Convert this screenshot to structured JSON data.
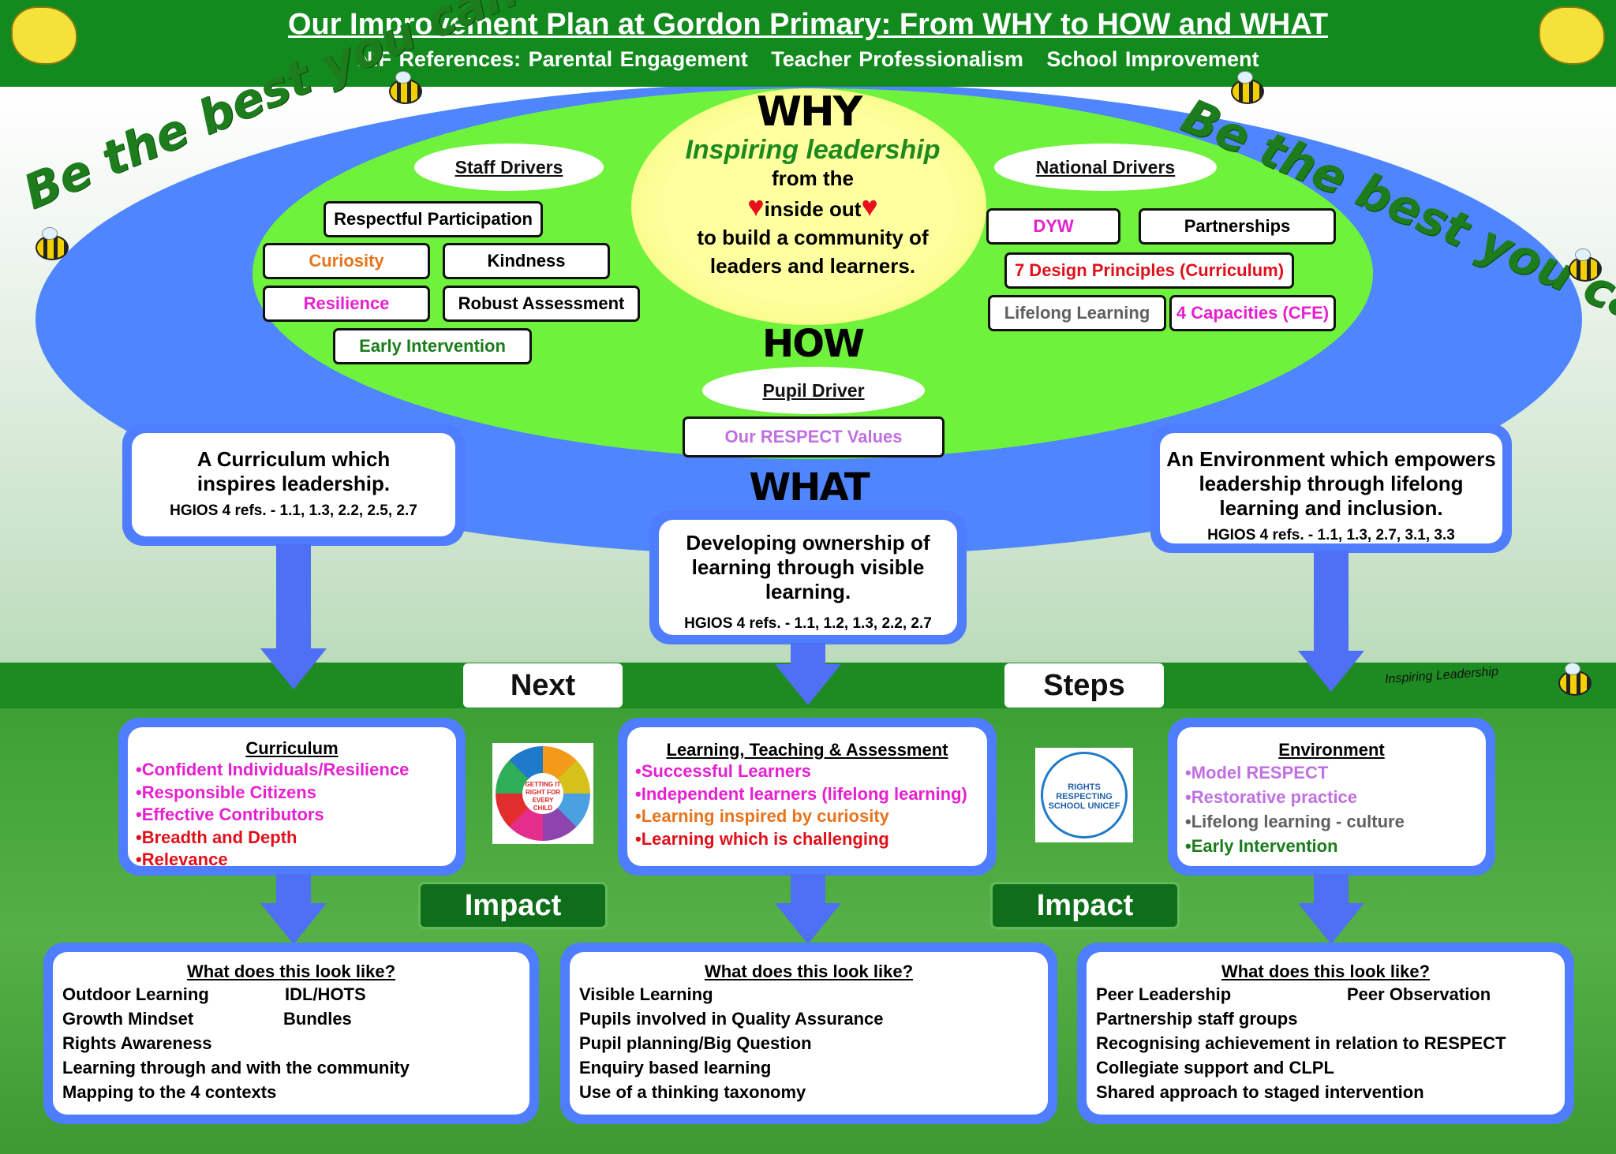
{
  "header": {
    "title": "Our Improvement Plan at Gordon Primary:  From WHY to HOW and WHAT",
    "nif": [
      "NIF References:  Parental Engagement",
      "Teacher Professionalism",
      "School Improvement"
    ]
  },
  "slogan": "Be the best you can be",
  "why": {
    "heading": "WHY",
    "line1": "Inspiring leadership",
    "line2": "from the",
    "line3": "inside out",
    "line4": "to build a community of",
    "line5": "leaders and learners."
  },
  "staff_drivers": {
    "title": "Staff Drivers",
    "items": [
      "Respectful Participation",
      "Curiosity",
      "Kindness",
      "Resilience",
      "Robust Assessment",
      "Early Intervention"
    ]
  },
  "national_drivers": {
    "title": "National Drivers",
    "items": [
      "DYW",
      "Partnerships",
      "7 Design Principles (Curriculum)",
      "Lifelong Learning",
      "4 Capacities (CFE)"
    ]
  },
  "how": {
    "heading": "HOW",
    "pupil_driver": "Pupil Driver",
    "value": "Our RESPECT Values"
  },
  "what": {
    "heading": "WHAT",
    "left": {
      "title": "A Curriculum which inspires leadership.",
      "refs": "HGIOS 4 refs. - 1.1, 1.3, 2.2, 2.5, 2.7"
    },
    "center": {
      "title": "Developing ownership of learning through visible learning.",
      "refs": "HGIOS 4 refs. - 1.1, 1.2, 1.3, 2.2, 2.7"
    },
    "right": {
      "title": "An Environment which empowers leadership through lifelong learning and inclusion.",
      "refs": "HGIOS 4 refs. - 1.1, 1.3, 2.7, 3.1, 3.3"
    }
  },
  "next_steps": {
    "next": "Next",
    "steps": "Steps",
    "tag": "Inspiring Leadership"
  },
  "steps": {
    "curriculum": {
      "title": "Curriculum",
      "items": [
        "•Confident Individuals/Resilience",
        "•Responsible Citizens",
        "•Effective Contributors",
        "•Breadth and Depth",
        "•Relevance"
      ]
    },
    "lta": {
      "title": "Learning, Teaching & Assessment",
      "items": [
        "•Successful Learners",
        "•Independent learners (lifelong learning)",
        "•Learning inspired by curiosity",
        "•Learning which is challenging"
      ]
    },
    "environment": {
      "title": "Environment",
      "items": [
        "•Model RESPECT",
        "•Restorative practice",
        "•Lifelong learning - culture",
        "•Early Intervention"
      ]
    }
  },
  "logos": {
    "left_logo": "GETTING IT RIGHT FOR EVERY CHILD",
    "right_logo": "RIGHTS RESPECTING SCHOOL UNICEF"
  },
  "impact": {
    "label": "Impact"
  },
  "looks": {
    "title": "What does this look like?",
    "left": [
      "Outdoor Learning",
      "IDL/HOTS",
      "Growth Mindset",
      "Bundles",
      "Rights Awareness",
      "Learning through and with the community",
      "Mapping to the 4 contexts"
    ],
    "center": [
      "Visible Learning",
      "Pupils involved in Quality Assurance",
      "Pupil planning/Big Question",
      "Enquiry based learning",
      "Use of a thinking taxonomy"
    ],
    "right": [
      "Peer Leadership",
      "Peer Observation",
      "Partnership staff groups",
      "Recognising achievement in relation to RESPECT",
      "Collegiate support and CLPL",
      "Shared approach to staged intervention"
    ]
  },
  "colors": {
    "orange": "#e8741c",
    "magenta": "#e620d0",
    "red": "#e0101a",
    "green": "#1a7d1a",
    "lilac": "#c070e0",
    "grey": "#606060",
    "blue": "#4f7dff"
  }
}
